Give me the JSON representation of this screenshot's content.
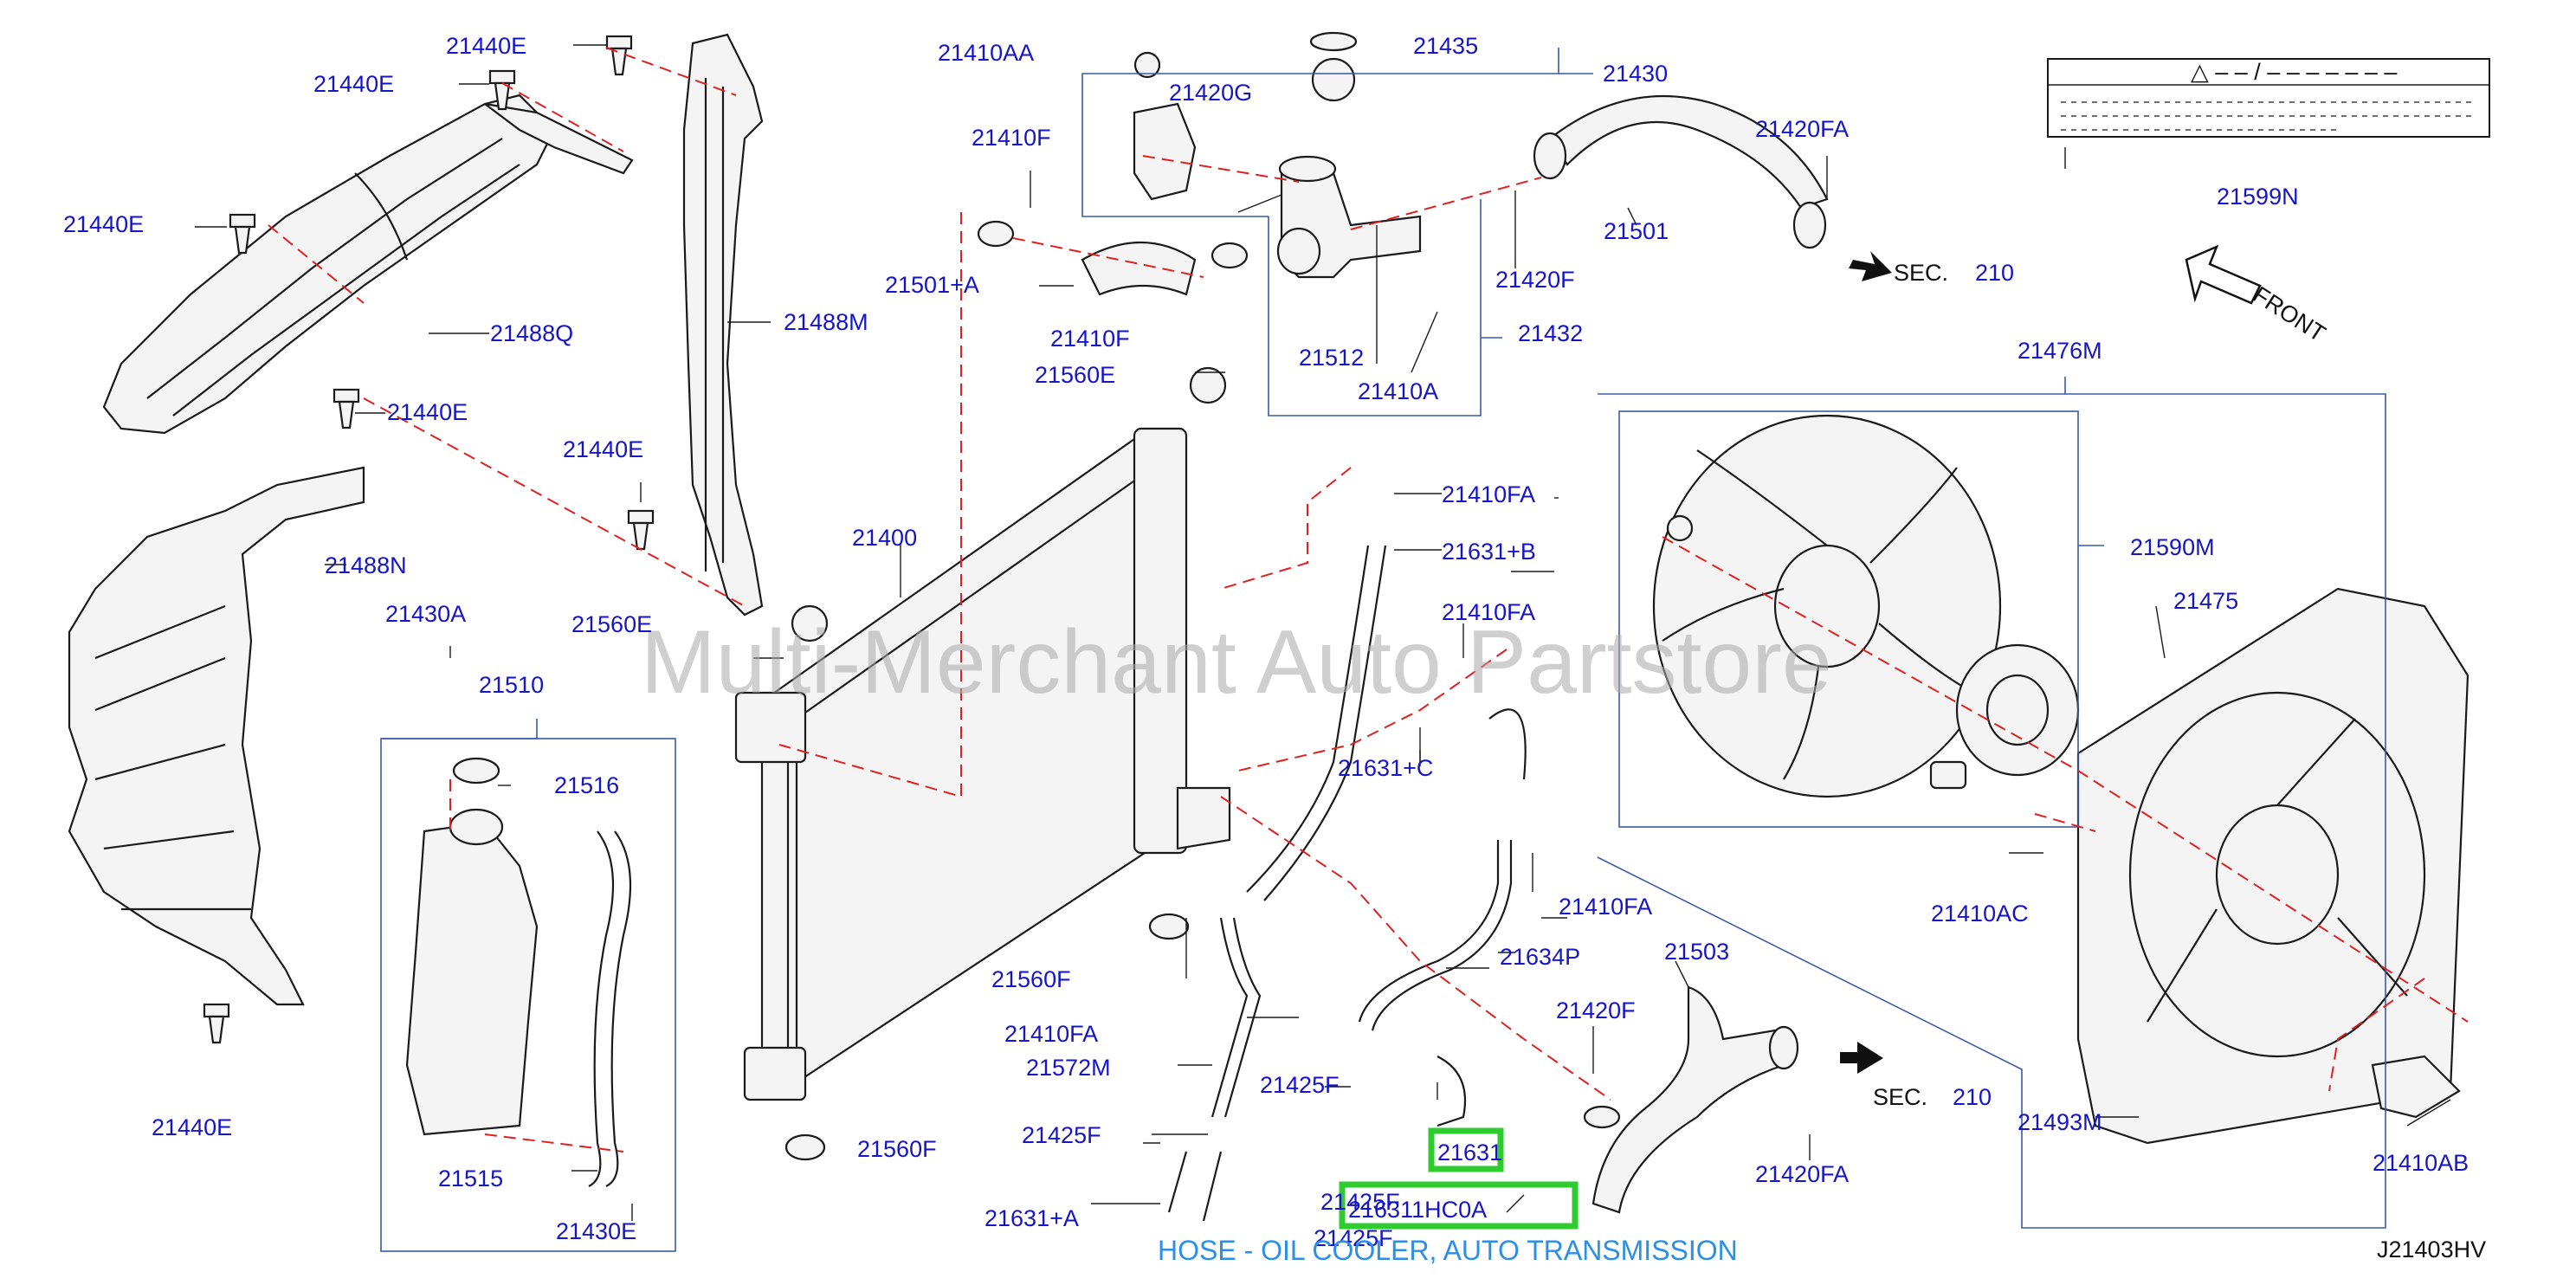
{
  "diagram_id": "J21403HV",
  "watermark": "Multi-Merchant Auto Partstore",
  "highlight": {
    "label": "21631",
    "part_number": "216311HC0A",
    "description": "HOSE - OIL COOLER, AUTO TRANSMISSION"
  },
  "label_box": {
    "header": "△ – – / – – – – – – –",
    "part": "21599N"
  },
  "front_label": "FRONT",
  "sec_prefix": "SEC.",
  "sec_number": "210",
  "parts": {
    "p21440E": "21440E",
    "p21488Q": "21488Q",
    "p21488M": "21488M",
    "p21488N": "21488N",
    "p21410AA": "21410AA",
    "p21420G": "21420G",
    "p21435": "21435",
    "p21430": "21430",
    "p21410F": "21410F",
    "p21501A": "21501+A",
    "p21501": "21501",
    "p21420FA": "21420FA",
    "p21420F": "21420F",
    "p21512": "21512",
    "p21410A": "21410A",
    "p21432": "21432",
    "p21560E": "21560E",
    "p21400": "21400",
    "p21410FA": "21410FA",
    "p21631B": "21631+B",
    "p21631C": "21631+C",
    "p21430A": "21430A",
    "p21510": "21510",
    "p21516": "21516",
    "p21515": "21515",
    "p21430E": "21430E",
    "p21560F": "21560F",
    "p21572M": "21572M",
    "p21425F": "21425F",
    "p21631A": "21631+A",
    "p21634P": "21634P",
    "p21503": "21503",
    "p21476M": "21476M",
    "p21590M": "21590M",
    "p21475": "21475",
    "p21410AC": "21410AC",
    "p21493M": "21493M",
    "p21410AB": "21410AB"
  }
}
